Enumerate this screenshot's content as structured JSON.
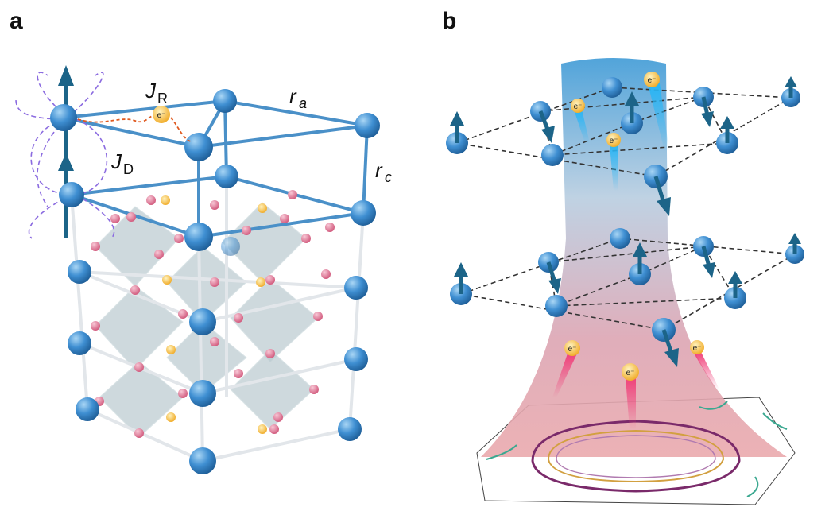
{
  "panels": {
    "a": {
      "label": "a",
      "J_R": {
        "main": "J",
        "sub": "R"
      },
      "J_D": {
        "main": "J",
        "sub": "D"
      },
      "r_a": {
        "main": "r",
        "sub": "a"
      },
      "r_c": {
        "main": "r",
        "sub": "c"
      },
      "electron": "e⁻"
    },
    "b": {
      "label": "b",
      "electrons": [
        "e⁻",
        "e⁻",
        "e⁻",
        "e⁻",
        "e⁻",
        "e⁻"
      ]
    }
  },
  "colors": {
    "atom": "#3f8fd2",
    "oxygen": "#e27a9a",
    "electron": "#f5b730",
    "spin_arrow": "#1c6488",
    "field_line": "#8b6be0",
    "cone_top": "#4aa3d8",
    "cone_bottom": "#e8a3ad"
  }
}
